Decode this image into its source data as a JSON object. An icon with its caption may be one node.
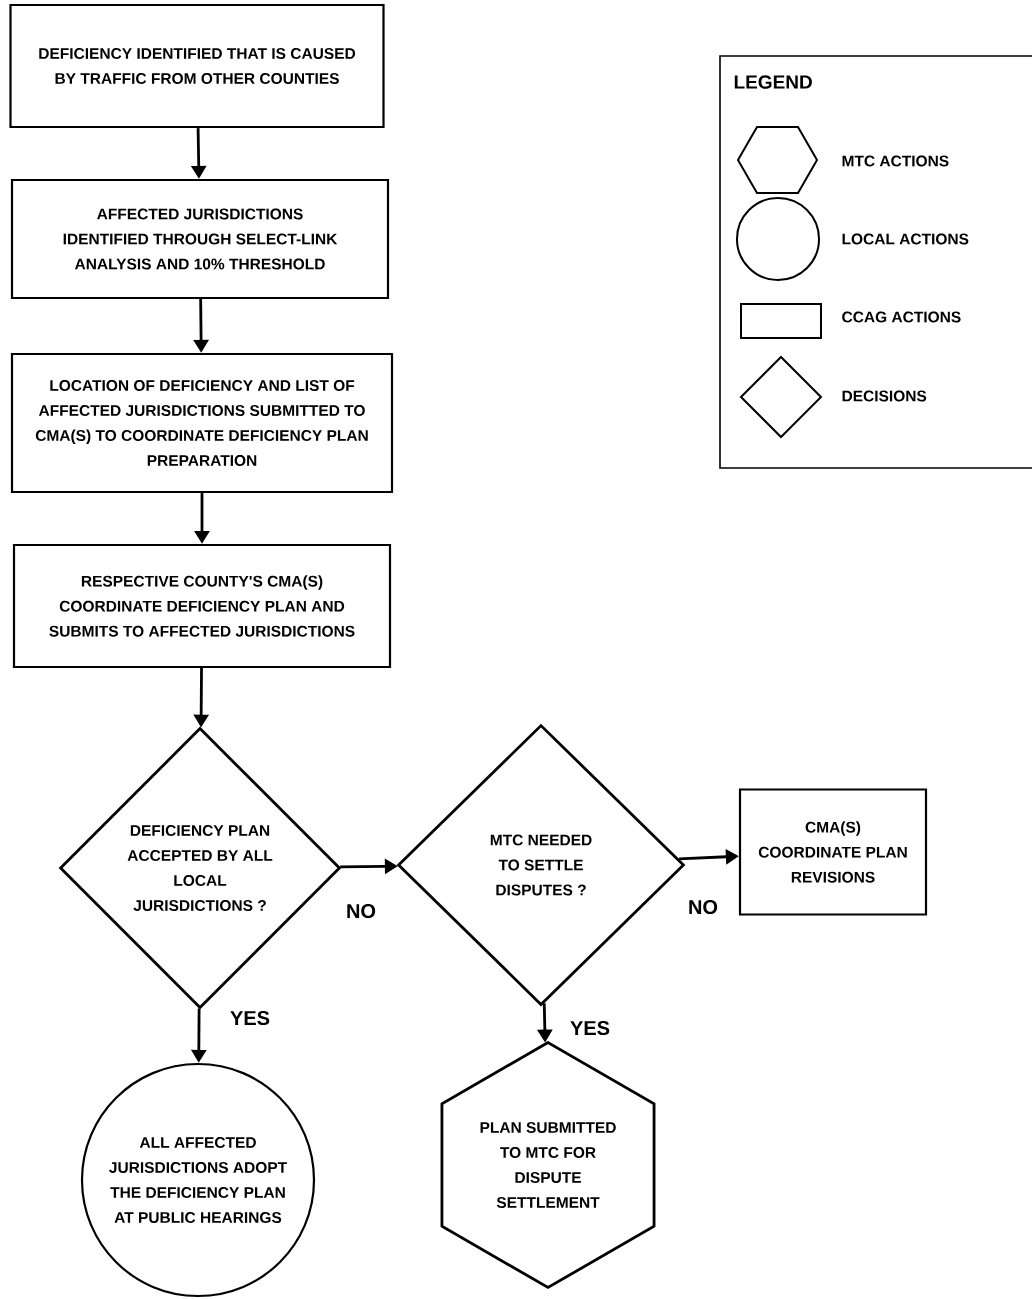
{
  "diagram": {
    "nodes": [
      {
        "text": [
          "DEFICIENCY IDENTIFIED THAT IS CAUSED BY TRAFFIC FROM OTHER COUNTIES"
        ]
      },
      {
        "text": [
          "AFFECTED JURISDICTIONS IDENTIFIED THROUGH SELECT-LINK ANALYSIS AND 10% THRESHOLD"
        ]
      },
      {
        "text": [
          "LOCATION OF DEFICIENCY AND LIST OF AFFECTED JURISDICTIONS SUBMITTED TO CMA(S) TO COORDINATE DEFICIENCY PLAN PREPARATION"
        ]
      },
      {
        "text": [
          "RESPECTIVE COUNTY'S CMA(S) COORDINATE DEFICIENCY PLAN AND SUBMITS TO AFFECTED JURISDICTIONS"
        ]
      },
      {
        "text": [
          "DEFICIENCY PLAN ACCEPTED BY ALL LOCAL JURISDICTIONS ?"
        ]
      },
      {
        "text": [
          "MTC NEEDED TO SETTLE DISPUTES ?"
        ]
      },
      {
        "text": [
          "CMA(S) COORDINATE PLAN REVISIONS"
        ]
      },
      {
        "text": [
          "ALL AFFECTED JURISDICTIONS ADOPT THE DEFICIENCY PLAN AT PUBLIC HEARINGS"
        ]
      },
      {
        "text": [
          "PLAN SUBMITTED TO MTC FOR DISPUTE SETTLEMENT"
        ]
      }
    ],
    "edges": [
      {
        "from": 0,
        "to": 1,
        "arrow": "to"
      },
      {
        "from": 1,
        "to": 2,
        "arrow": "to"
      },
      {
        "from": 2,
        "to": 3,
        "arrow": "to"
      },
      {
        "from": 3,
        "to": 4,
        "arrow": "to"
      },
      {
        "from": 4,
        "to": 5,
        "arrow": "to",
        "label": "NO"
      },
      {
        "from": 5,
        "to": 6,
        "arrow": "to",
        "label": "NO"
      },
      {
        "from": 4,
        "to": 7,
        "arrow": "to",
        "label": "YES"
      },
      {
        "from": 5,
        "to": 8,
        "arrow": "to",
        "label": "YES"
      }
    ],
    "labels": [
      "LEGEND"
    ],
    "legend": [
      {
        "text": "MTC ACTIONS"
      },
      {
        "text": "LOCAL ACTIONS"
      },
      {
        "text": "CCAG ACTIONS"
      },
      {
        "text": "DECISIONS"
      }
    ]
  }
}
